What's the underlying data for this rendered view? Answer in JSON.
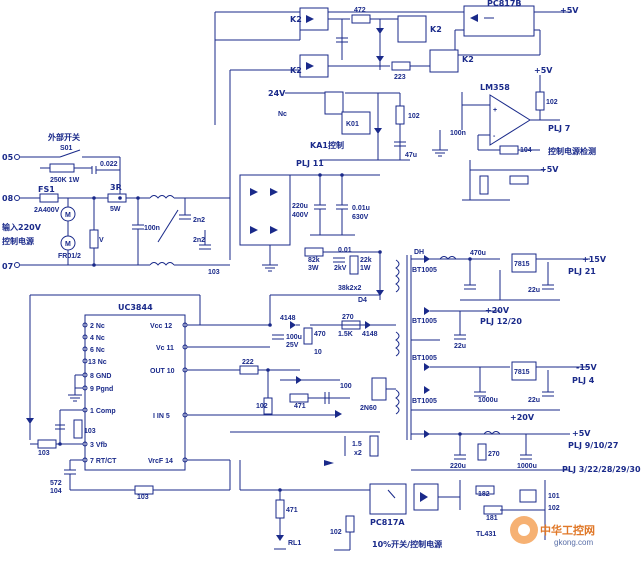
{
  "labels": {
    "v5_top": "+5V",
    "pc817b": "PC817B",
    "k2": "K2",
    "r472": "472",
    "r223": "223",
    "lm358": "LM358",
    "v5_opamp": "+5V",
    "v24": "24V",
    "nc": "Nc",
    "k01": "K01",
    "r102_relay": "102",
    "c47u": "47u",
    "ka1_ctrl": "KA1控制",
    "plj11": "PLJ 11",
    "c100n": "100n",
    "r102_opamp": "102",
    "plj7": "PLJ 7",
    "r104": "104",
    "ctrl_detect": "控制电源检测",
    "v5_lower": "+5V",
    "ext_switch": "外部开关",
    "s01": "S01",
    "r250k": "250K 1W",
    "c0022": "0.022",
    "p05": "05",
    "fs1": "FS1",
    "fs1_rating": "2A400V",
    "p08": "08",
    "input_ac": "输入220V",
    "ctrl_power": "控制电源",
    "p07": "07",
    "fr012": "FR01/2",
    "m1": "M",
    "m2": "M",
    "v_mark": "V",
    "r3r": "3R",
    "r5w": "5W",
    "c100n_filter": "100n",
    "c2n2_a": "2n2",
    "c2n2_b": "2n2",
    "c103": "103",
    "c220u": "220u",
    "c400v": "400V",
    "c001u": "0.01u",
    "c630v": "630V",
    "r82k": "82k",
    "r3w": "3W",
    "c001": "0.01",
    "c2kv": "2kV",
    "r22k": "22k",
    "r1w": "1W",
    "r38k2": "38k2x2",
    "d4": "D4",
    "uc3844": "UC3844",
    "pin2": "2 Nc",
    "pin4": "4 Nc",
    "pin6": "6 Nc",
    "pin13": "13 Nc",
    "pin8": "8 GND",
    "pin9": "9 Pgnd",
    "pin1": "1 Comp",
    "pin3": "3 Vfb",
    "pin7": "7 RT/CT",
    "pin12": "Vcc 12",
    "pin11": "Vc 11",
    "pin10": "OUT 10",
    "pin5": "I IN 5",
    "pin14": "VrcF 14",
    "r103_a": "103",
    "r103_b": "103",
    "c572": "572",
    "c104": "104",
    "r103_c": "103",
    "d4148_a": "4148",
    "c100u": "100u",
    "c25v": "25V",
    "r470": "470",
    "r10": "10",
    "r270": "270",
    "r15k": "1.5K",
    "d4148_b": "4148",
    "r222": "222",
    "r102_fb": "102",
    "r471": "471",
    "c100": "100",
    "q2n60": "2N60",
    "r15_x2": "1.5",
    "x2": "x2",
    "r471_b": "471",
    "led1": "RL1",
    "r102_led": "102",
    "pc817a": "PC817A",
    "ss_ctrl": "10%开关/控制电源",
    "d_upper": "DH",
    "c470u": "470u",
    "u7815": "7815",
    "c22u_a": "22u",
    "out_p15": "+15V",
    "plj21": "PLJ 21",
    "bt1005_a": "BT1005",
    "bt1005_b": "BT1005",
    "c22u_b": "22u",
    "out_p20": "+20V",
    "plj1220": "PLJ 12/20",
    "bt1005_c": "BT1005",
    "u7815_b": "7815",
    "out_m15": "-15V",
    "plj4": "PLJ 4",
    "c1000u": "1000u",
    "c22u_c": "22u",
    "out_m20": "+20V",
    "bt1005_d": "BT1005",
    "out_5v": "+5V",
    "plj91027": "PLJ 9/10/27",
    "c220u_b": "220u",
    "r270_b": "270",
    "c1000u_b": "1000u",
    "plj_last": "PLJ 3/22/28/29/30",
    "r182": "182",
    "r181": "181",
    "r101": "101",
    "r102_b": "102",
    "tl431": "TL431",
    "wm_cn": "中华工控网",
    "wm_en": "gkong.com"
  }
}
